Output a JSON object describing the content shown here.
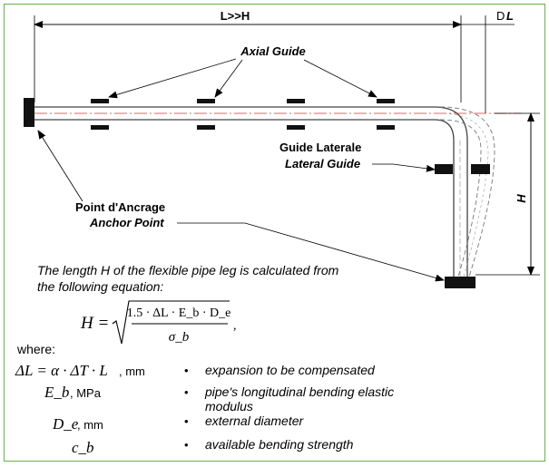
{
  "dimensions": {
    "length_label": "L>>H",
    "delta_label_prefix": "D",
    "delta_label_var": "L",
    "height_label": "H"
  },
  "labels": {
    "axial_guide": "Axial Guide",
    "guide_laterale": "Guide Laterale",
    "lateral_guide": "Lateral Guide",
    "point_ancrage": "Point d'Ancrage",
    "anchor_point": "Anchor Point"
  },
  "text": {
    "intro_line1": "The length H of the flexible pipe leg is calculated from",
    "intro_line2": "the following equation:",
    "where": "where:"
  },
  "formula": {
    "lhs": "H =",
    "numerator": "1.5 · ΔL · E_b · D_e",
    "denominator": "σ_b",
    "trailing": ","
  },
  "definitions": [
    {
      "symbol": "ΔL = α · ΔT · L",
      "unit": ", mm",
      "bullet": "•",
      "description": "expansion to be compensated"
    },
    {
      "symbol": "E_b",
      "unit": ", MPa",
      "bullet": "•",
      "description": "pipe's longitudinal bending elastic",
      "description2": "modulus"
    },
    {
      "symbol": "D_e",
      "unit": ", mm",
      "bullet": "•",
      "description": "external diameter"
    },
    {
      "symbol": "c_b",
      "unit": "",
      "bullet": "•",
      "description": "available bending strength"
    }
  ],
  "colors": {
    "frame": "#6ab04c",
    "centerline": "#e03030",
    "ink": "#000000",
    "pipe": "#333333",
    "deflected": "#777777"
  }
}
